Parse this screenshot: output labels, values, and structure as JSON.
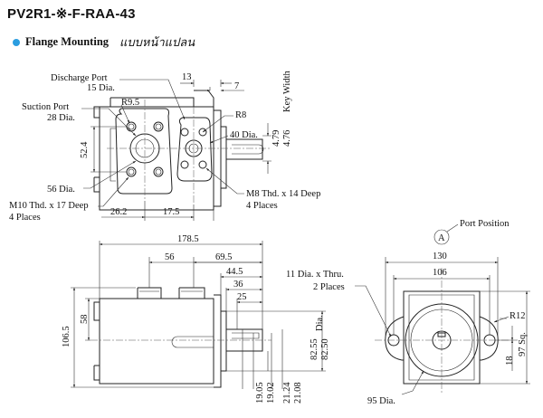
{
  "title": "PV2R1-※-F-RAA-43",
  "subtitle": {
    "label": "Flange Mounting",
    "thai": "แบบหน้าแปลน",
    "bullet_color": "#2b9de0"
  },
  "top_view": {
    "discharge_port": "Discharge Port",
    "discharge_dia": "15 Dia.",
    "suction_port": "Suction Port",
    "suction_dia": "28 Dia.",
    "r95": "R9.5",
    "r8": "R8",
    "dia40": "40 Dia.",
    "d13": "13",
    "d7": "7",
    "key_width": "Key Width",
    "d479": "4.79",
    "d476": "4.76",
    "d524": "52.4",
    "d56": "56 Dia.",
    "m10": "M10 Thd. x 17 Deep",
    "m10_places": "4 Places",
    "d262": "26.2",
    "d175": "17.5",
    "m8": "M8 Thd. x 14 Deep",
    "m8_places": "4 Places"
  },
  "side_view": {
    "d1785": "178.5",
    "d56": "56",
    "d695": "69.5",
    "d445": "44.5",
    "d36": "36",
    "d25": "25",
    "d1065": "106.5",
    "d58": "58",
    "d1905": "19.05",
    "d1902": "19.02",
    "d2124": "21.24",
    "d2108": "21.08",
    "d8255": "82.55",
    "d8250": "82.50",
    "dia_label": "Dia."
  },
  "end_view": {
    "port_position": "Port Position",
    "port_letter": "A",
    "d130": "130",
    "d106": "106",
    "hole": "11 Dia. x Thru.",
    "hole_places": "2 Places",
    "r12": "R12",
    "d97sq": "97 Sq.",
    "d18": "18",
    "dia95": "95 Dia."
  }
}
